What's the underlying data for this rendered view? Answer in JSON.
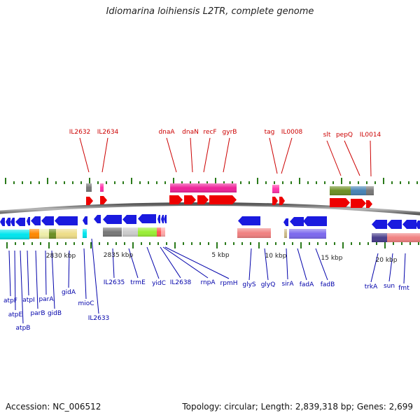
{
  "title": "Idiomarina loihiensis L2TR, complete genome",
  "footer": {
    "accession": "Accession: NC_006512",
    "summary": "Topology: circular; Length: 2,839,318 bp; Genes: 2,699"
  },
  "colors": {
    "red_label": "#cc0000",
    "blue_label": "#0000aa",
    "tick": "#2a7a1a",
    "backbone": "#777777"
  },
  "scale_labels": [
    "2830 kbp",
    "2835 kbp",
    "5 kbp",
    "10 kbp",
    "15 kbp",
    "20 kbp"
  ],
  "top_strand_labels": [
    "IL2632",
    "IL2634",
    "dnaA",
    "dnaN",
    "recF",
    "gyrB",
    "tag",
    "IL0008",
    "slt",
    "pepQ",
    "IL0014"
  ],
  "bottom_strand_labels": [
    "atpF",
    "atpE",
    "atpB",
    "atpI",
    "parB",
    "parA",
    "gidB",
    "gidA",
    "mioC",
    "IL2633",
    "IL2635",
    "trmE",
    "yidC",
    "IL2638",
    "rnpA",
    "rpmH",
    "glyS",
    "glyQ",
    "sirA",
    "fadA",
    "fadB",
    "trkA",
    "sun",
    "fmt"
  ]
}
